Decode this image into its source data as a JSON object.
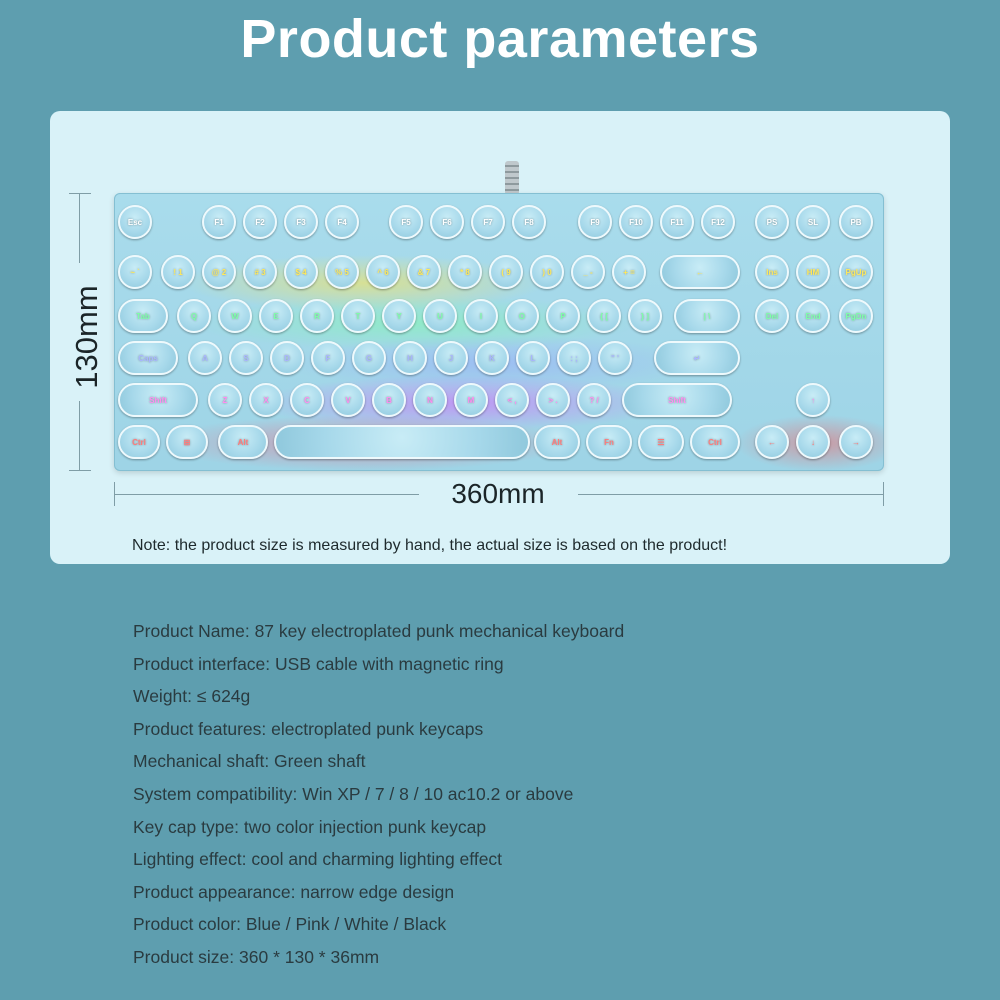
{
  "title": "Product parameters",
  "dimensions": {
    "height_label": "130mm",
    "width_label": "360mm"
  },
  "note": "Note: the product size is measured by hand, the actual size is based on the product!",
  "keyboard": {
    "rows": [
      [
        "Esc",
        "F1",
        "F2",
        "F3",
        "F4",
        "F5",
        "F6",
        "F7",
        "F8",
        "F9",
        "F10",
        "F11",
        "F12",
        "PS",
        "SL",
        "PB"
      ],
      [
        "~ `",
        "! 1",
        "@ 2",
        "# 3",
        "$ 4",
        "% 5",
        "^ 6",
        "& 7",
        "* 8",
        "( 9",
        ") 0",
        "_ -",
        "+ =",
        "←",
        "Ins",
        "HM",
        "PgUp"
      ],
      [
        "Tab",
        "Q",
        "W",
        "E",
        "R",
        "T",
        "Y",
        "U",
        "I",
        "O",
        "P",
        "{ [",
        "} ]",
        "| \\",
        "Del",
        "End",
        "PgDn"
      ],
      [
        "Caps",
        "A",
        "S",
        "D",
        "F",
        "G",
        "H",
        "J",
        "K",
        "L",
        ": ;",
        "\" '",
        "↵"
      ],
      [
        "Shift",
        "Z",
        "X",
        "C",
        "V",
        "B",
        "N",
        "M",
        "< ,",
        "> .",
        "? /",
        "Shift",
        "↑"
      ],
      [
        "Ctrl",
        "⊞",
        "Alt",
        "",
        "Alt",
        "Fn",
        "☰",
        "Ctrl",
        "←",
        "↓",
        "→"
      ]
    ]
  },
  "specs": [
    "Product Name: 87 key electroplated punk mechanical keyboard",
    "Product interface: USB cable with magnetic ring",
    "Weight: ≤ 624g",
    "Product features: electroplated punk keycaps",
    "Mechanical shaft: Green shaft",
    "System compatibility: Win XP / 7 / 8 / 10 ac10.2 or above",
    "Key cap type: two color injection punk keycap",
    "Lighting effect: cool and charming lighting effect",
    "Product appearance: narrow edge design",
    "Product color: Blue / Pink / White / Black",
    "Product size: 360 * 130 * 36mm"
  ]
}
